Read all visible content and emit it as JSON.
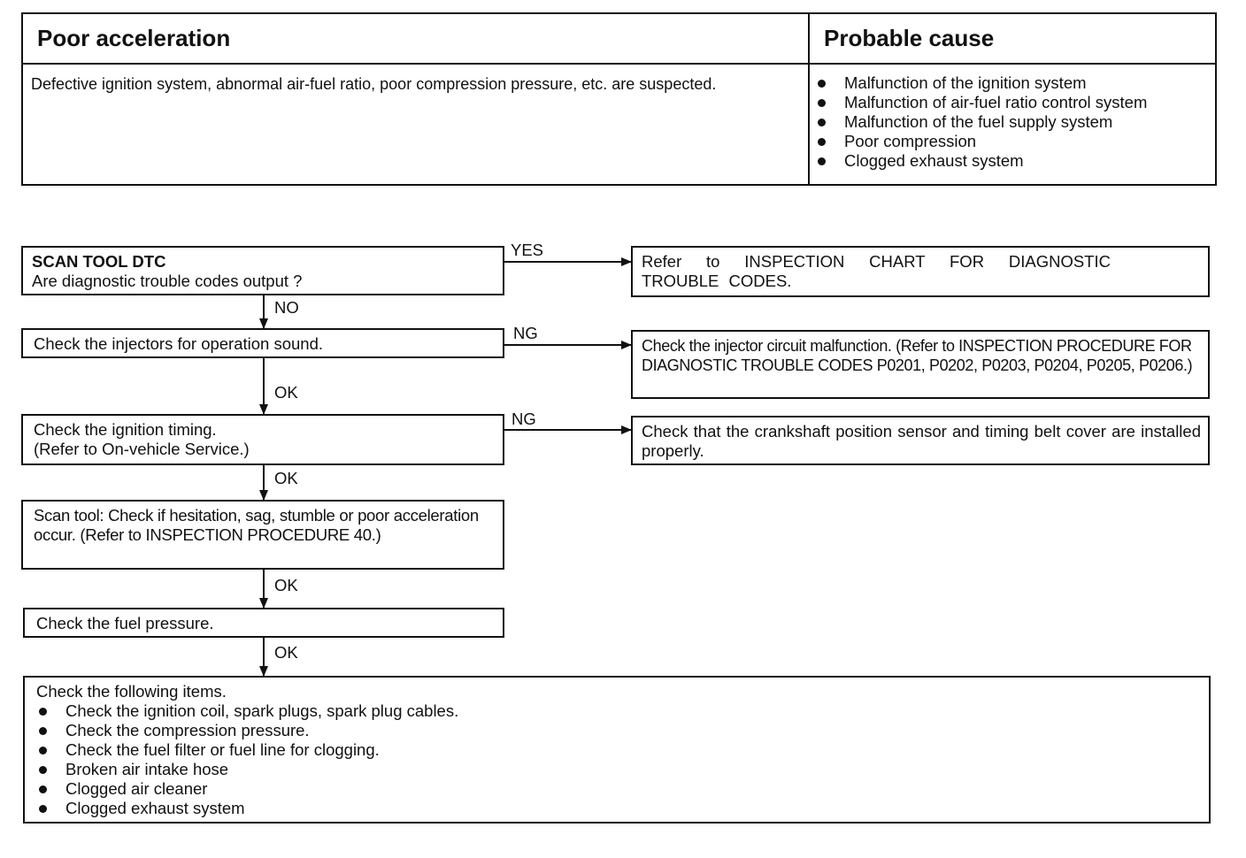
{
  "header": {
    "symptom_title": "Poor acceleration",
    "cause_title": "Probable cause",
    "description": "Defective ignition system, abnormal air-fuel ratio, poor compression pressure, etc. are suspected.",
    "causes": [
      "Malfunction of the ignition system",
      "Malfunction of air-fuel ratio control system",
      "Malfunction of the fuel supply system",
      "Poor compression",
      "Clogged exhaust system"
    ]
  },
  "flow": {
    "step1": {
      "title": "SCAN TOOL DTC",
      "question": "Are diagnostic trouble codes output ?",
      "yes_label": "YES",
      "no_label": "NO",
      "yes_result": "Refer to INSPECTION CHART FOR DIAGNOSTIC TROUBLE CODES."
    },
    "step2": {
      "text": "Check the injectors for operation sound.",
      "ng_label": "NG",
      "ok_label": "OK",
      "ng_result": "Check the injector circuit malfunction. (Refer to INSPECTION PROCEDURE FOR DIAGNOSTIC TROUBLE CODES P0201, P0202, P0203, P0204, P0205, P0206.)"
    },
    "step3": {
      "line1": "Check the ignition timing.",
      "line2": "(Refer to On-vehicle Service.)",
      "ng_label": "NG",
      "ok_label": "OK",
      "ng_result": "Check that the crankshaft position sensor and timing belt cover are installed properly."
    },
    "step4": {
      "text": "Scan tool: Check if hesitation, sag, stumble or poor acceleration occur. (Refer to INSPECTION PROCEDURE 40.)",
      "ok_label": "OK"
    },
    "step5": {
      "text": "Check the fuel pressure.",
      "ok_label": "OK"
    },
    "final": {
      "intro": "Check the following items.",
      "items": [
        "Check the ignition coil, spark plugs, spark plug cables.",
        "Check the compression pressure.",
        "Check the fuel filter or fuel line for clogging.",
        "Broken air intake hose",
        "Clogged air cleaner",
        "Clogged exhaust system"
      ]
    }
  }
}
